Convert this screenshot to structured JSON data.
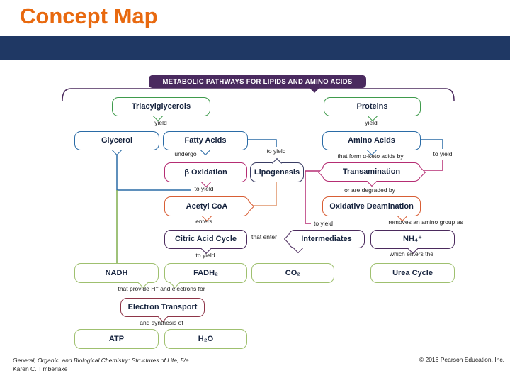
{
  "header": {
    "title": "Concept Map"
  },
  "diagram": {
    "banner": "METABOLIC PATHWAYS FOR LIPIDS AND AMINO ACIDS",
    "nodes": {
      "triacylglycerols": "Triacylglycerols",
      "proteins": "Proteins",
      "glycerol": "Glycerol",
      "fatty_acids": "Fatty Acids",
      "amino_acids": "Amino Acids",
      "beta_oxidation": "β Oxidation",
      "lipogenesis": "Lipogenesis",
      "transamination": "Transamination",
      "acetyl_coa": "Acetyl CoA",
      "oxidative_deamination": "Oxidative Deamination",
      "citric_acid_cycle": "Citric Acid Cycle",
      "intermediates": "Intermediates",
      "ammonium": "NH₄⁺",
      "nadh": "NADH",
      "fadh2": "FADH₂",
      "co2": "CO₂",
      "urea_cycle": "Urea Cycle",
      "electron_transport": "Electron Transport",
      "atp": "ATP",
      "h2o": "H₂O"
    },
    "edge_labels": {
      "yield_lipids": "yield",
      "yield_proteins": "yield",
      "undergo": "undergo",
      "to_yield_lipogenesis": "to yield",
      "that_form": "that form α-keto acids by",
      "to_yield_transamination": "to yield",
      "to_yield_acetyl": "to yield",
      "or_degraded": "or are degraded by",
      "enters": "enters",
      "to_yield_intermediates": "to yield",
      "removes_amino": "removes an amino group as",
      "that_enter": "that enter",
      "to_yield_products": "to yield",
      "which_enters": "which enters the",
      "that_provide": "that provide H⁺ and electrons for",
      "and_synthesis": "and synthesis of"
    }
  },
  "footer": {
    "book_title": "General, Organic, and Biological Chemistry: Structures of Life, 5/e",
    "author": "Karen C. Timberlake",
    "copyright": "© 2016 Pearson Education, Inc."
  },
  "colors": {
    "title_orange": "#e8690f",
    "header_bar_navy": "#1f3864",
    "banner_purple": "#4a2a5f",
    "green": "#3f9b4c",
    "light_green": "#9fc06f",
    "blue": "#2a6ba6",
    "crimson": "#b52d73",
    "dark_navy": "#3a3c63",
    "orange": "#d85e35",
    "purple": "#4b2a5d",
    "maroon": "#8e3548"
  }
}
